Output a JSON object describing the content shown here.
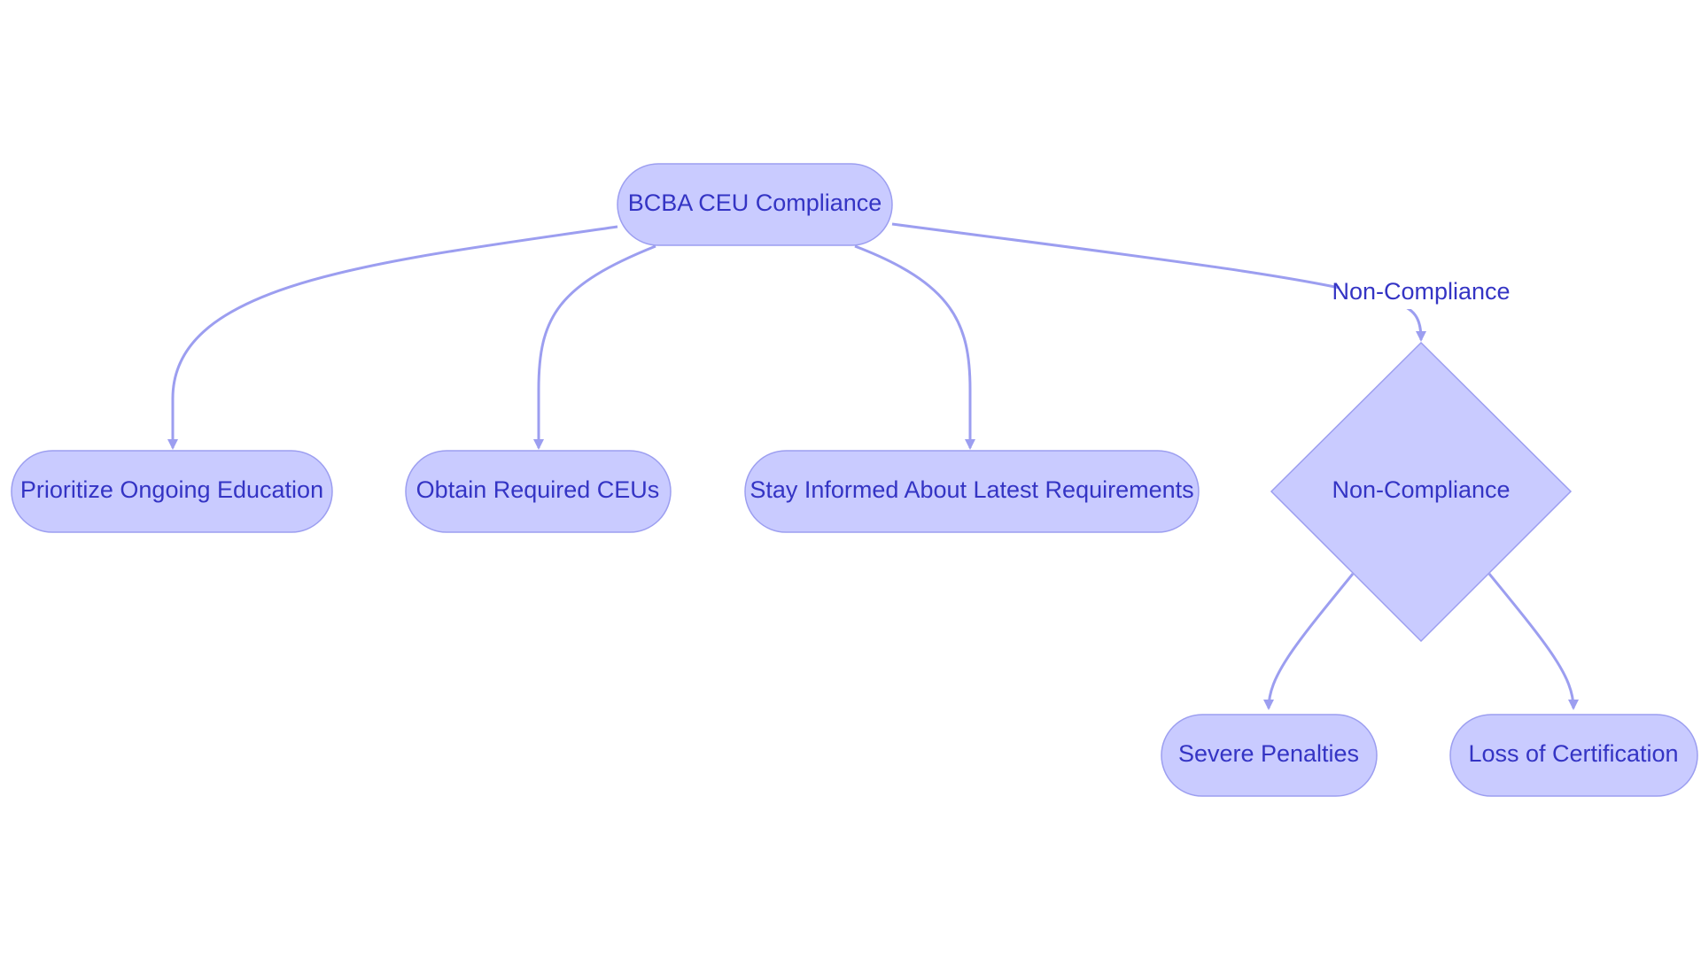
{
  "colors": {
    "node_fill": "#c9cbff",
    "node_stroke": "#9c9ef0",
    "edge": "#9c9ef0",
    "text": "#3434c4",
    "background": "#ffffff"
  },
  "nodes": {
    "root": {
      "label": "BCBA CEU Compliance"
    },
    "education": {
      "label": "Prioritize Ongoing Education"
    },
    "ceus": {
      "label": "Obtain Required CEUs"
    },
    "informed": {
      "label": "Stay Informed About Latest Requirements"
    },
    "noncompliance": {
      "label": "Non-Compliance"
    },
    "penalties": {
      "label": "Severe Penalties"
    },
    "loss": {
      "label": "Loss of Certification"
    }
  },
  "edges": {
    "root_to_noncompliance": {
      "label": "Non-Compliance"
    }
  }
}
